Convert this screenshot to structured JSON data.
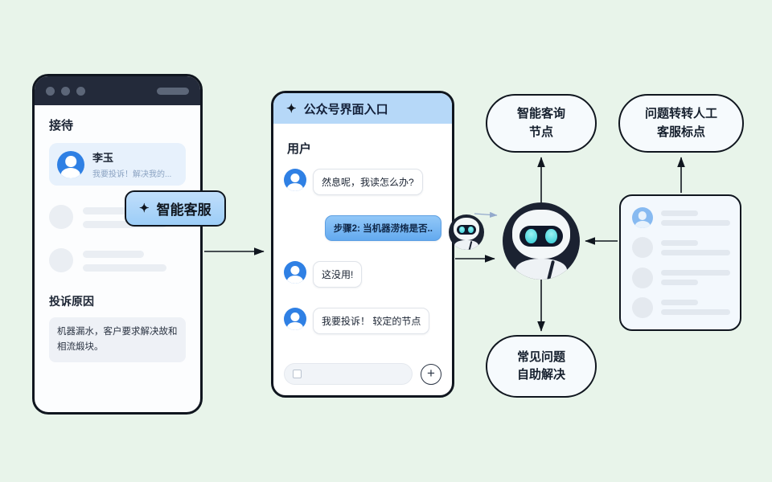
{
  "colors": {
    "background": "#e8f4ea",
    "outline": "#10161f",
    "accent_blue": "#2f80e4",
    "badge_blue": "#9ccdf7",
    "panel_header_blue": "#b6d8f8",
    "bubble_blue": "#63aaef",
    "robot_dark": "#1b2231",
    "robot_eye_teal": "#46d3da"
  },
  "icons": {
    "sparkle": "✦",
    "plus": "+"
  },
  "phone": {
    "reception_title": "接待",
    "contact": {
      "name": "李玉",
      "preview": "我要投诉！解决我的..."
    },
    "badge_label": "智能客服",
    "complaint": {
      "title": "投诉原因",
      "body": "机器漏水，客户要求解决故和相流煅块。"
    }
  },
  "chat": {
    "header_title": "公众号界面入口",
    "user_label": "用户",
    "messages": [
      {
        "side": "left",
        "text": "然息呢，我读怎么办?"
      },
      {
        "side": "right",
        "text": "步骤2: 当机器涝烠是否.."
      },
      {
        "side": "left",
        "text": "这没用!"
      },
      {
        "side": "left",
        "text": "我要投诉！ 较定的节点"
      }
    ]
  },
  "flow": {
    "smart_inquiry": {
      "line1": "智能客询",
      "line2": "节点"
    },
    "human_transfer": {
      "line1": "问题转转人工",
      "line2": "客服标点"
    },
    "faq": {
      "line1": "常见问题",
      "line2": "自助解决"
    }
  }
}
